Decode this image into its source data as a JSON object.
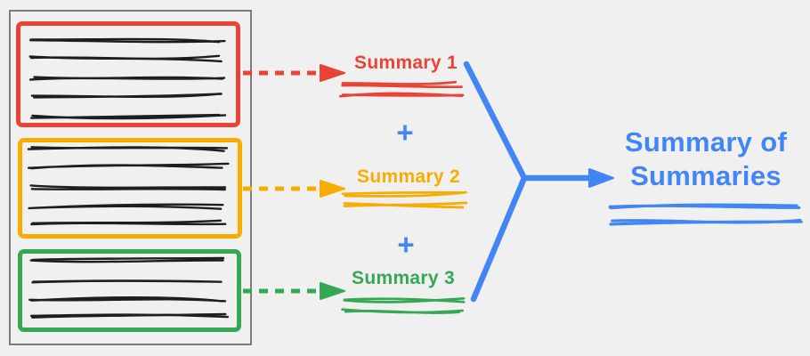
{
  "colors": {
    "background": "#f0f0f0",
    "ink": "#1e1e1e",
    "document_border": "#7c7c7c",
    "red": "#EA4335",
    "orange": "#F9AB00",
    "green": "#34A853",
    "blue": "#4285F4"
  },
  "document": {
    "sections": [
      {
        "color": "#EA4335",
        "text_line_count": 5
      },
      {
        "color": "#F9AB00",
        "text_line_count": 5
      },
      {
        "color": "#34A853",
        "text_line_count": 4
      }
    ]
  },
  "summaries": [
    {
      "label": "Summary 1",
      "color": "#EA4335"
    },
    {
      "label": "Summary 2",
      "color": "#F9AB00"
    },
    {
      "label": "Summary 3",
      "color": "#34A853"
    }
  ],
  "operators": {
    "plus": "+"
  },
  "final_summary": {
    "line1": "Summary of",
    "line2": "Summaries",
    "color": "#4285F4"
  }
}
